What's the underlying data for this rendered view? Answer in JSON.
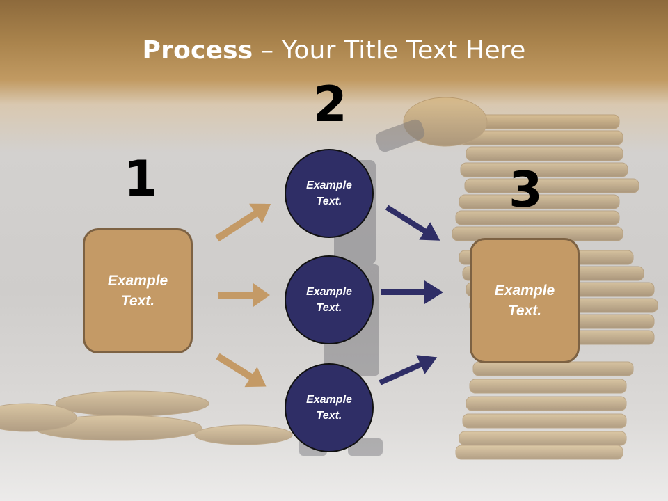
{
  "title": {
    "bold": "Process",
    "rest": " – Your Title Text Here"
  },
  "steps": [
    {
      "number": "1",
      "label": "Example\nText."
    },
    {
      "number": "2",
      "circles": [
        "Example\nText.",
        "Example\nText.",
        "Example\nText."
      ]
    },
    {
      "number": "3",
      "label": "Example\nText."
    }
  ],
  "colors": {
    "box": "#c49a66",
    "box_border": "#7d6243",
    "circle": "#2f2e66",
    "arrow_left": "#c49a66",
    "arrow_right": "#2f2e66"
  }
}
